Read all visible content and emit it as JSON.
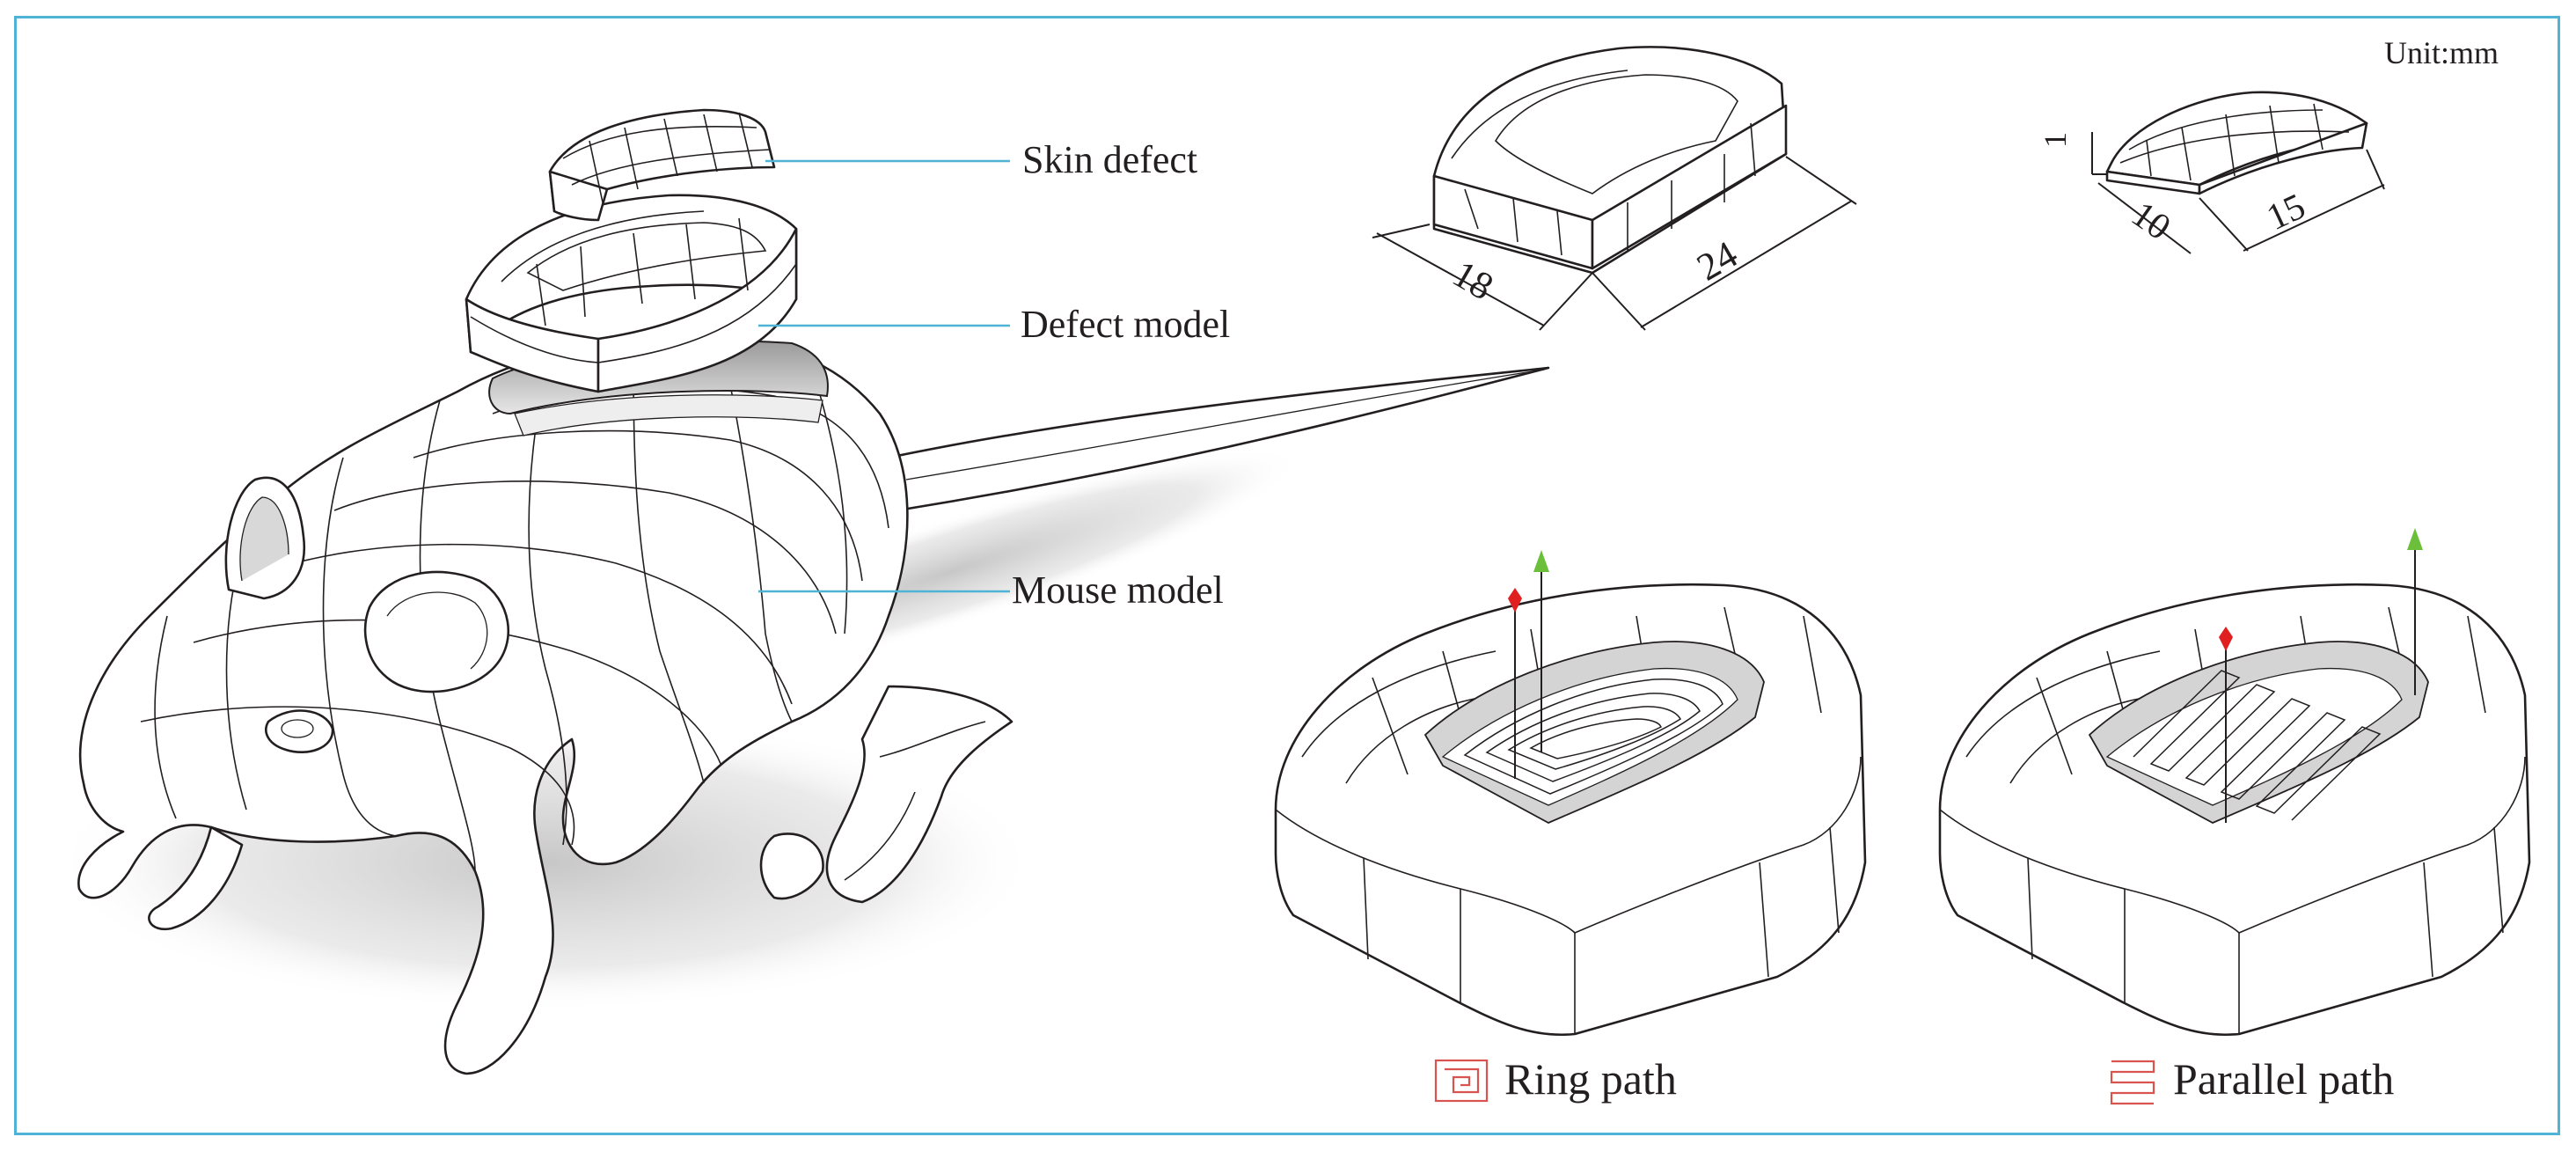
{
  "unit": "Unit:mm",
  "callouts": {
    "skin_defect": "Skin defect",
    "defect_model": "Defect model",
    "mouse_model": "Mouse model"
  },
  "dimensions": {
    "defect_width": "18",
    "defect_length": "24",
    "skin_thickness": "1",
    "skin_width": "10",
    "skin_length": "15"
  },
  "legend": {
    "ring_path": "Ring path",
    "parallel_path": "Parallel path"
  },
  "colors": {
    "frame": "#4fb3d6",
    "leader": "#4fb3d6",
    "path_icon": "#d9534f",
    "start_marker": "#e02020",
    "normal_arrow": "#6bbf3a",
    "shadow": "#c9c9c9"
  }
}
